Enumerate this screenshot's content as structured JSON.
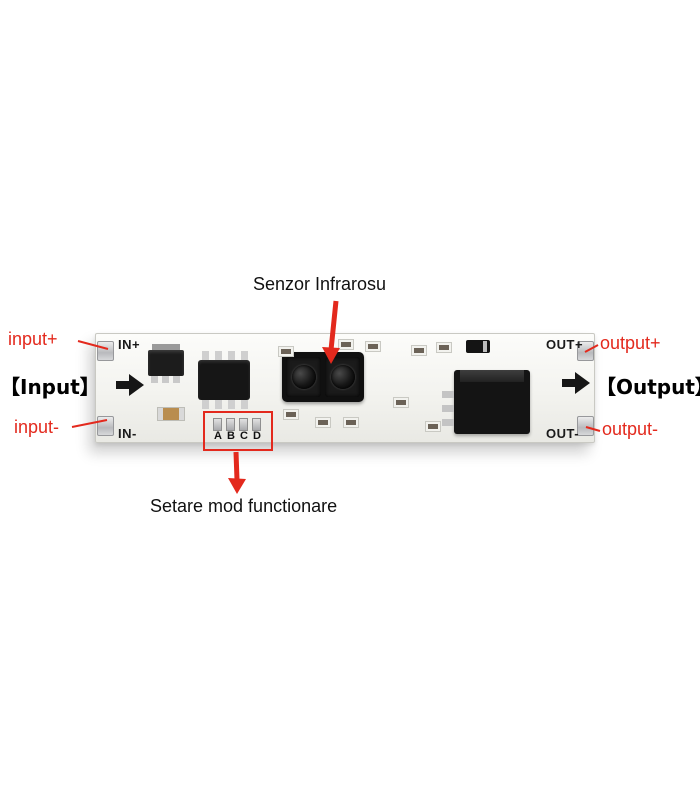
{
  "annotations": {
    "sensor_label": "Senzor Infrarosu",
    "mode_label": "Setare mod functionare",
    "input_plus": "input+",
    "input_minus": "input-",
    "input_bracket": "【Input】",
    "output_plus": "output+",
    "output_minus": "output-",
    "output_bracket": "【Output】"
  },
  "board": {
    "silk": {
      "in_plus": "IN+",
      "in_minus": "IN-",
      "out_plus": "OUT+",
      "out_minus": "OUT-"
    },
    "mode_pins": [
      "A",
      "B",
      "C",
      "D"
    ]
  },
  "colors": {
    "annotation_red": "#e3291d",
    "text_black": "#111111"
  }
}
